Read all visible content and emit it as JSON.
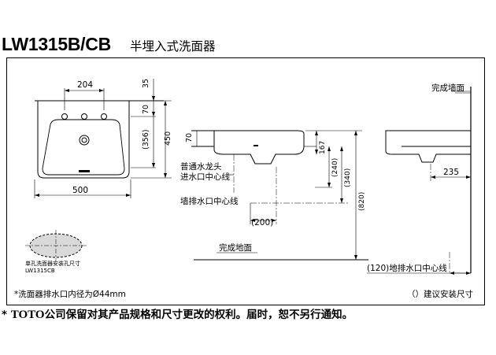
{
  "title": {
    "model": "LW1315B/CB",
    "description": "半埋入式洗面器"
  },
  "front_view": {
    "dim_top_width": "204",
    "dim_top_offset": "35",
    "dim_hole_offset": "70",
    "dim_basin_depth": "(356)",
    "dim_total_depth": "450",
    "dim_bottom_width": "500"
  },
  "cutout": {
    "label_line1": "单孔洗面器安装孔尺寸",
    "label_line2": "LW1315CB"
  },
  "side_view": {
    "dim_height": "70",
    "dim_167": "167",
    "dim_240": "(240)",
    "dim_340": "(340)",
    "dim_820": "(820)",
    "dim_200": "(200)",
    "label_faucet_line1": "普通水龙头",
    "label_faucet_line2": "进水口中心线",
    "label_wall_drain": "墙排水口中心线",
    "label_floor": "完成地面"
  },
  "right_view": {
    "label_wall": "完成墙面",
    "dim_235": "235",
    "label_floor_drain": "(120)地排水口中心线"
  },
  "notes": {
    "drain_diameter": "*洗面器排水口内径为Ø44mm",
    "legend": "（）建议安装尺寸"
  },
  "footer": {
    "star": "*",
    "brand": "TOTO",
    "text": "公司保留对其产品规格和尺寸更改的权利。届时，恕不另行通知。"
  }
}
